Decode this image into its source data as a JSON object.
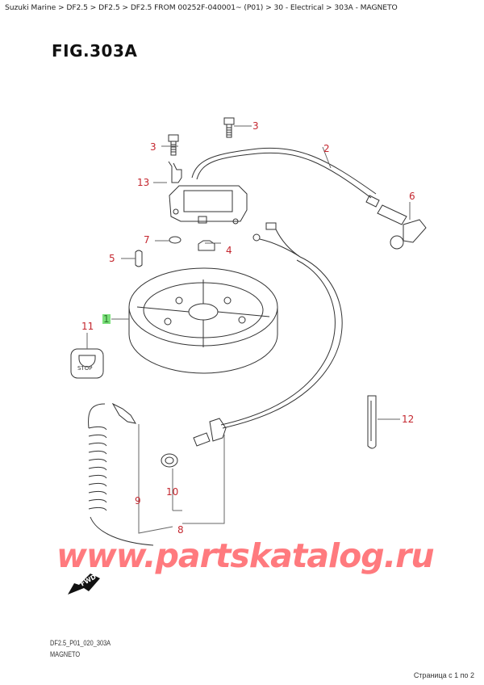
{
  "breadcrumb": {
    "text": "Suzuki Marine > DF2.5 > DF2.5 > DF2.5 FROM 00252F-040001~ (P01) > 30 - Electrical > 303A - MAGNETO",
    "items": [
      "Suzuki Marine",
      "DF2.5",
      "DF2.5",
      "DF2.5 FROM 00252F-040001~ (P01)",
      "30 - Electrical",
      "303A - MAGNETO"
    ]
  },
  "figure": {
    "title": "FIG.303A",
    "code": "DF2.5_P01_020_303A",
    "caption": "MAGNETO"
  },
  "callouts": {
    "c1": "1",
    "c2": "2",
    "c3a": "3",
    "c3b": "3",
    "c4": "4",
    "c5": "5",
    "c6": "6",
    "c7": "7",
    "c8": "8",
    "c9": "9",
    "c10": "10",
    "c11": "11",
    "c12": "12",
    "c13": "13"
  },
  "labels": {
    "stop_switch": "STOP",
    "fwd_arrow": "FWD"
  },
  "watermark": "www.partskatalog.ru",
  "pager": "Страница с 1 по 2",
  "colors": {
    "callout": "#c4262e",
    "highlight": "#7be07b",
    "watermark": "#ff7a7e",
    "line": "#333333"
  }
}
